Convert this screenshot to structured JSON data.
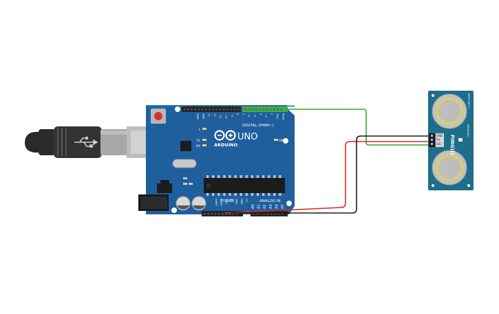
{
  "board": {
    "brand": "ARDUINO",
    "model": "UNO",
    "digital_label": "DIGITAL (PWM~)",
    "analog_label": "ANALOG IN",
    "power_label": "POWER",
    "on_label": "ON",
    "tx_label": "TX",
    "rx_label": "RX",
    "l_label": "L",
    "top_pins": [
      "AREF",
      "GND",
      "13",
      "12",
      "~11",
      "~10",
      "~9",
      "8",
      "7",
      "~6",
      "~5",
      "4",
      "~3",
      "2",
      "TX▸1",
      "RX◂0"
    ],
    "power_pins": [
      "IOREF",
      "RESET",
      "3.3V",
      "5V",
      "GND",
      "GND",
      "Vin"
    ],
    "analog_pins": [
      "A0",
      "A1",
      "A2",
      "A3",
      "A4",
      "A5"
    ],
    "color": "#1f5f9e"
  },
  "sensor": {
    "name": "PING))) ",
    "pins": [
      "GND",
      "5V",
      "SIG"
    ],
    "small_text_1": "PARALLAX",
    "small_text_2": "28015 REV C",
    "color": "#1d6e8a"
  },
  "wires": {
    "signal_color": "#2fa832",
    "power_color": "#d62a2a",
    "ground_color": "#1a1a1a"
  }
}
